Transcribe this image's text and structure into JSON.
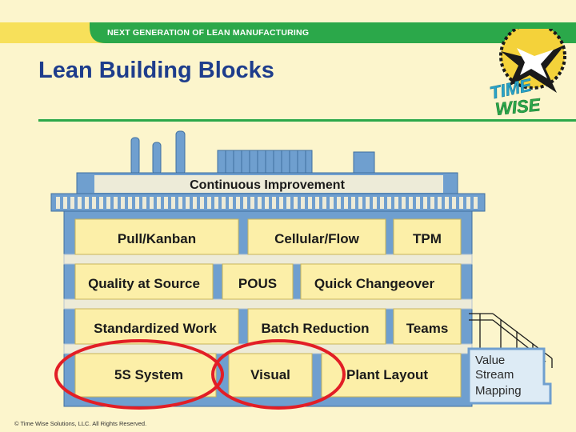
{
  "header": {
    "band_text": "NEXT GENERATION OF LEAN MANUFACTURING",
    "title": "Lean Building Blocks"
  },
  "logo": {
    "text_top": "TIME",
    "text_bottom": "WISE"
  },
  "diagram": {
    "roof": "Continuous Improvement",
    "floors": [
      [
        "Pull/Kanban",
        "Cellular/Flow",
        "TPM"
      ],
      [
        "Quality at Source",
        "POUS",
        "Quick Changeover"
      ],
      [
        "Standardized Work",
        "Batch Reduction",
        "Teams"
      ],
      [
        "5S System",
        "Visual",
        "Plant Layout"
      ]
    ],
    "side_box": [
      "Value",
      "Stream",
      "Mapping"
    ],
    "highlighted": [
      "5S System",
      "Visual"
    ]
  },
  "colors": {
    "band": "#F7E05A",
    "band_dark": "#2BA84A",
    "building_blue": "#6F9FCF",
    "block_fill": "#FCEFA8",
    "highlight": "#E21E26",
    "title": "#1E3D8C"
  },
  "footer": "© Time Wise Solutions, LLC. All Rights Reserved."
}
